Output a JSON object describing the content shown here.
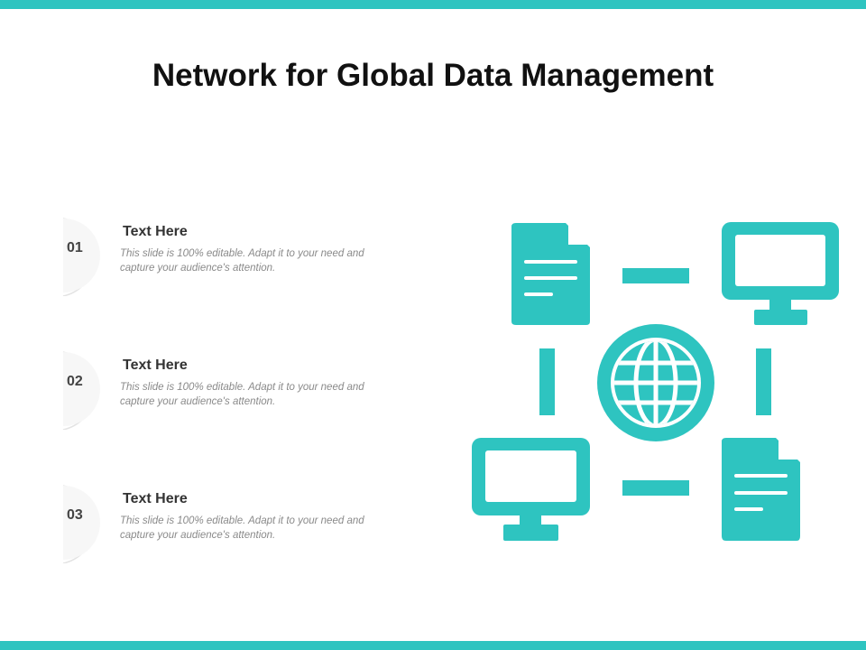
{
  "title": "Network for Global Data Management",
  "colors": {
    "accent": "#2ec4c0",
    "heading": "#111111",
    "muted": "#8a8a8a"
  },
  "steps": [
    {
      "number": "01",
      "heading": "Text Here",
      "text": "This slide is 100% editable. Adapt it to your need and capture your audience's attention."
    },
    {
      "number": "02",
      "heading": "Text Here",
      "text": "This slide is 100% editable. Adapt it to your need and capture your audience's attention."
    },
    {
      "number": "03",
      "heading": "Text Here",
      "text": "This slide is 100% editable. Adapt it to your need and capture your audience's attention."
    }
  ],
  "diagram": {
    "nodes": [
      {
        "icon": "document-icon"
      },
      {
        "icon": "monitor-icon"
      },
      {
        "icon": "globe-icon"
      },
      {
        "icon": "monitor-icon"
      },
      {
        "icon": "document-icon"
      }
    ]
  }
}
